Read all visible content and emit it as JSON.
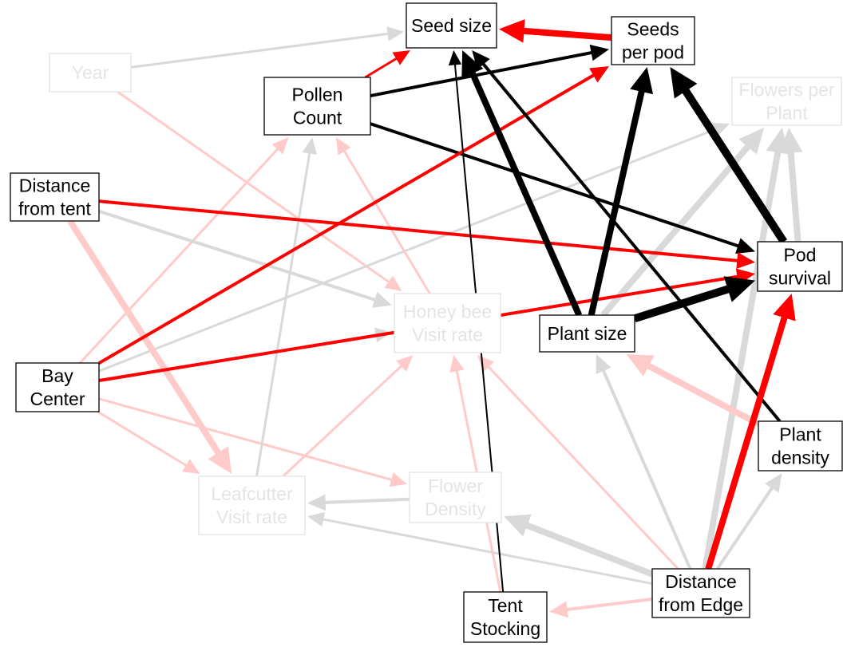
{
  "colors": {
    "positive": "#000000",
    "negative": "#ff0000",
    "faded_positive": "#d9d9d9",
    "faded_negative": "#ffcaca",
    "faded_text": "#e4e4e4"
  },
  "nodes": [
    {
      "id": "year",
      "lines": [
        "Year"
      ],
      "faded": true
    },
    {
      "id": "seed-size",
      "lines": [
        "Seed size"
      ],
      "faded": false
    },
    {
      "id": "seeds-per-pod",
      "lines": [
        "Seeds",
        "per pod"
      ],
      "faded": false
    },
    {
      "id": "pollen-count",
      "lines": [
        "Pollen",
        "Count"
      ],
      "faded": false
    },
    {
      "id": "flowers-per-plant",
      "lines": [
        "Flowers per",
        "Plant"
      ],
      "faded": true
    },
    {
      "id": "distance-from-tent",
      "lines": [
        "Distance",
        "from tent"
      ],
      "faded": false
    },
    {
      "id": "pod-survival",
      "lines": [
        "Pod",
        "survival"
      ],
      "faded": false
    },
    {
      "id": "honey-bee-visit-rate",
      "lines": [
        "Honey bee",
        "Visit rate"
      ],
      "faded": true
    },
    {
      "id": "plant-size",
      "lines": [
        "Plant size"
      ],
      "faded": false
    },
    {
      "id": "bay-center",
      "lines": [
        "Bay",
        "Center"
      ],
      "faded": false
    },
    {
      "id": "plant-density",
      "lines": [
        "Plant",
        "density"
      ],
      "faded": false
    },
    {
      "id": "leafcutter-visit-rate",
      "lines": [
        "Leafcutter",
        "Visit rate"
      ],
      "faded": true
    },
    {
      "id": "flower-density",
      "lines": [
        "Flower",
        "Density"
      ],
      "faded": true
    },
    {
      "id": "distance-from-edge",
      "lines": [
        "Distance",
        "from Edge"
      ],
      "faded": false
    },
    {
      "id": "tent-stocking",
      "lines": [
        "Tent",
        "Stocking"
      ],
      "faded": false
    }
  ],
  "edges": [
    {
      "from": "year",
      "to": "seed-size",
      "sign": "positive",
      "strength": "weak",
      "faded": true
    },
    {
      "from": "year",
      "to": "honey-bee-visit-rate",
      "sign": "negative",
      "strength": "weak",
      "faded": true
    },
    {
      "from": "bay-center",
      "to": "pollen-count",
      "sign": "negative",
      "strength": "weak",
      "faded": true
    },
    {
      "from": "bay-center",
      "to": "flowers-per-plant",
      "sign": "positive",
      "strength": "weak",
      "faded": true
    },
    {
      "from": "bay-center",
      "to": "honey-bee-visit-rate",
      "sign": "positive",
      "strength": "weak",
      "faded": true
    },
    {
      "from": "bay-center",
      "to": "flower-density",
      "sign": "negative",
      "strength": "weak",
      "faded": true
    },
    {
      "from": "bay-center",
      "to": "leafcutter-visit-rate",
      "sign": "negative",
      "strength": "weak",
      "faded": true
    },
    {
      "from": "distance-from-tent",
      "to": "honey-bee-visit-rate",
      "sign": "positive",
      "strength": "medium",
      "faded": true
    },
    {
      "from": "distance-from-tent",
      "to": "leafcutter-visit-rate",
      "sign": "negative",
      "strength": "strong",
      "faded": true
    },
    {
      "from": "leafcutter-visit-rate",
      "to": "pollen-count",
      "sign": "positive",
      "strength": "weak",
      "faded": true
    },
    {
      "from": "leafcutter-visit-rate",
      "to": "honey-bee-visit-rate",
      "sign": "negative",
      "strength": "weak",
      "faded": true
    },
    {
      "from": "honey-bee-visit-rate",
      "to": "pollen-count",
      "sign": "negative",
      "strength": "weak",
      "faded": true
    },
    {
      "from": "flower-density",
      "to": "leafcutter-visit-rate",
      "sign": "positive",
      "strength": "medium",
      "faded": true
    },
    {
      "from": "distance-from-edge",
      "to": "flower-density",
      "sign": "positive",
      "strength": "strong",
      "faded": true
    },
    {
      "from": "distance-from-edge",
      "to": "leafcutter-visit-rate",
      "sign": "positive",
      "strength": "weak",
      "faded": true
    },
    {
      "from": "distance-from-edge",
      "to": "tent-stocking",
      "sign": "negative",
      "strength": "medium",
      "faded": true
    },
    {
      "from": "distance-from-edge",
      "to": "plant-size",
      "sign": "positive",
      "strength": "medium",
      "faded": true
    },
    {
      "from": "distance-from-edge",
      "to": "plant-density",
      "sign": "positive",
      "strength": "medium",
      "faded": true
    },
    {
      "from": "distance-from-edge",
      "to": "flowers-per-plant",
      "sign": "positive",
      "strength": "strong",
      "faded": true
    },
    {
      "from": "distance-from-edge",
      "to": "honey-bee-visit-rate",
      "sign": "negative",
      "strength": "weak",
      "faded": true
    },
    {
      "from": "plant-density",
      "to": "plant-size",
      "sign": "negative",
      "strength": "strong",
      "faded": true
    },
    {
      "from": "plant-size",
      "to": "flowers-per-plant",
      "sign": "positive",
      "strength": "strong",
      "faded": true
    },
    {
      "from": "pod-survival",
      "to": "flowers-per-plant",
      "sign": "positive",
      "strength": "strong",
      "faded": true
    },
    {
      "from": "tent-stocking",
      "to": "honey-bee-visit-rate",
      "sign": "negative",
      "strength": "weak",
      "faded": true
    },
    {
      "from": "pollen-count",
      "to": "seed-size",
      "sign": "negative",
      "strength": "weak",
      "faded": false
    },
    {
      "from": "pollen-count",
      "to": "seeds-per-pod",
      "sign": "positive",
      "strength": "medium",
      "faded": false
    },
    {
      "from": "pollen-count",
      "to": "pod-survival",
      "sign": "positive",
      "strength": "medium",
      "faded": false
    },
    {
      "from": "seeds-per-pod",
      "to": "seed-size",
      "sign": "negative",
      "strength": "strong",
      "faded": false
    },
    {
      "from": "distance-from-tent",
      "to": "pod-survival",
      "sign": "negative",
      "strength": "medium",
      "faded": false
    },
    {
      "from": "bay-center",
      "to": "seeds-per-pod",
      "sign": "negative",
      "strength": "medium",
      "faded": false
    },
    {
      "from": "bay-center",
      "to": "pod-survival",
      "sign": "negative",
      "strength": "medium",
      "faded": false
    },
    {
      "from": "plant-size",
      "to": "seed-size",
      "sign": "positive",
      "strength": "strong",
      "faded": false
    },
    {
      "from": "plant-size",
      "to": "seeds-per-pod",
      "sign": "positive",
      "strength": "strong",
      "faded": false
    },
    {
      "from": "plant-size",
      "to": "pod-survival",
      "sign": "positive",
      "strength": "very-strong",
      "faded": false
    },
    {
      "from": "pod-survival",
      "to": "seeds-per-pod",
      "sign": "positive",
      "strength": "very-strong",
      "faded": false
    },
    {
      "from": "plant-density",
      "to": "seed-size",
      "sign": "positive",
      "strength": "medium",
      "faded": false
    },
    {
      "from": "tent-stocking",
      "to": "seed-size",
      "sign": "positive",
      "strength": "thin",
      "faded": false
    },
    {
      "from": "distance-from-edge",
      "to": "pod-survival",
      "sign": "negative",
      "strength": "strong",
      "faded": false
    }
  ]
}
